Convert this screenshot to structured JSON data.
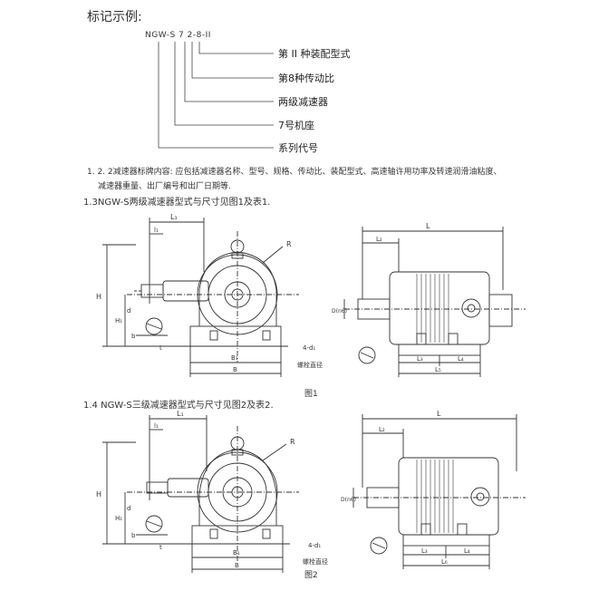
{
  "header": {
    "title": "标记示例:"
  },
  "marking": {
    "code": "NGW-S 7  2-8-II",
    "meanings": [
      "第 II 种装配型式",
      "第8种传动比",
      "两级减速器",
      "7号机座",
      "系列代号"
    ]
  },
  "text": {
    "para_122_line1": "1. 2. 2减速器标牌内容: 应包括减速器名称、型号、规格、传动比、装配型式、高速轴许用功率及转速润滑油粘度、",
    "para_122_line2": "减速器重量、出厂编号和出厂日期等.",
    "sec_13": "1.3NGW-S两级减速器型式与尺寸见图1及表1.",
    "sec_14": "1.4 NGW-S三级减速器型式与尺寸见图2及表2."
  },
  "figures": {
    "fig1_label": "图1",
    "fig2_label": "图2",
    "dims": {
      "L1": "L₁",
      "L": "L",
      "L2": "L₂",
      "L3": "L₃",
      "L4": "L₄",
      "L5": "L₅",
      "L6": "L₆",
      "B": "B",
      "B1": "B₁",
      "H": "H",
      "H1": "H₁",
      "l1": "l₁",
      "R": "R",
      "D": "D(n6)",
      "d": "d",
      "b": "b",
      "t": "t",
      "bolt_count": "4-d₁",
      "bolt_note": "螺栓直径"
    }
  }
}
